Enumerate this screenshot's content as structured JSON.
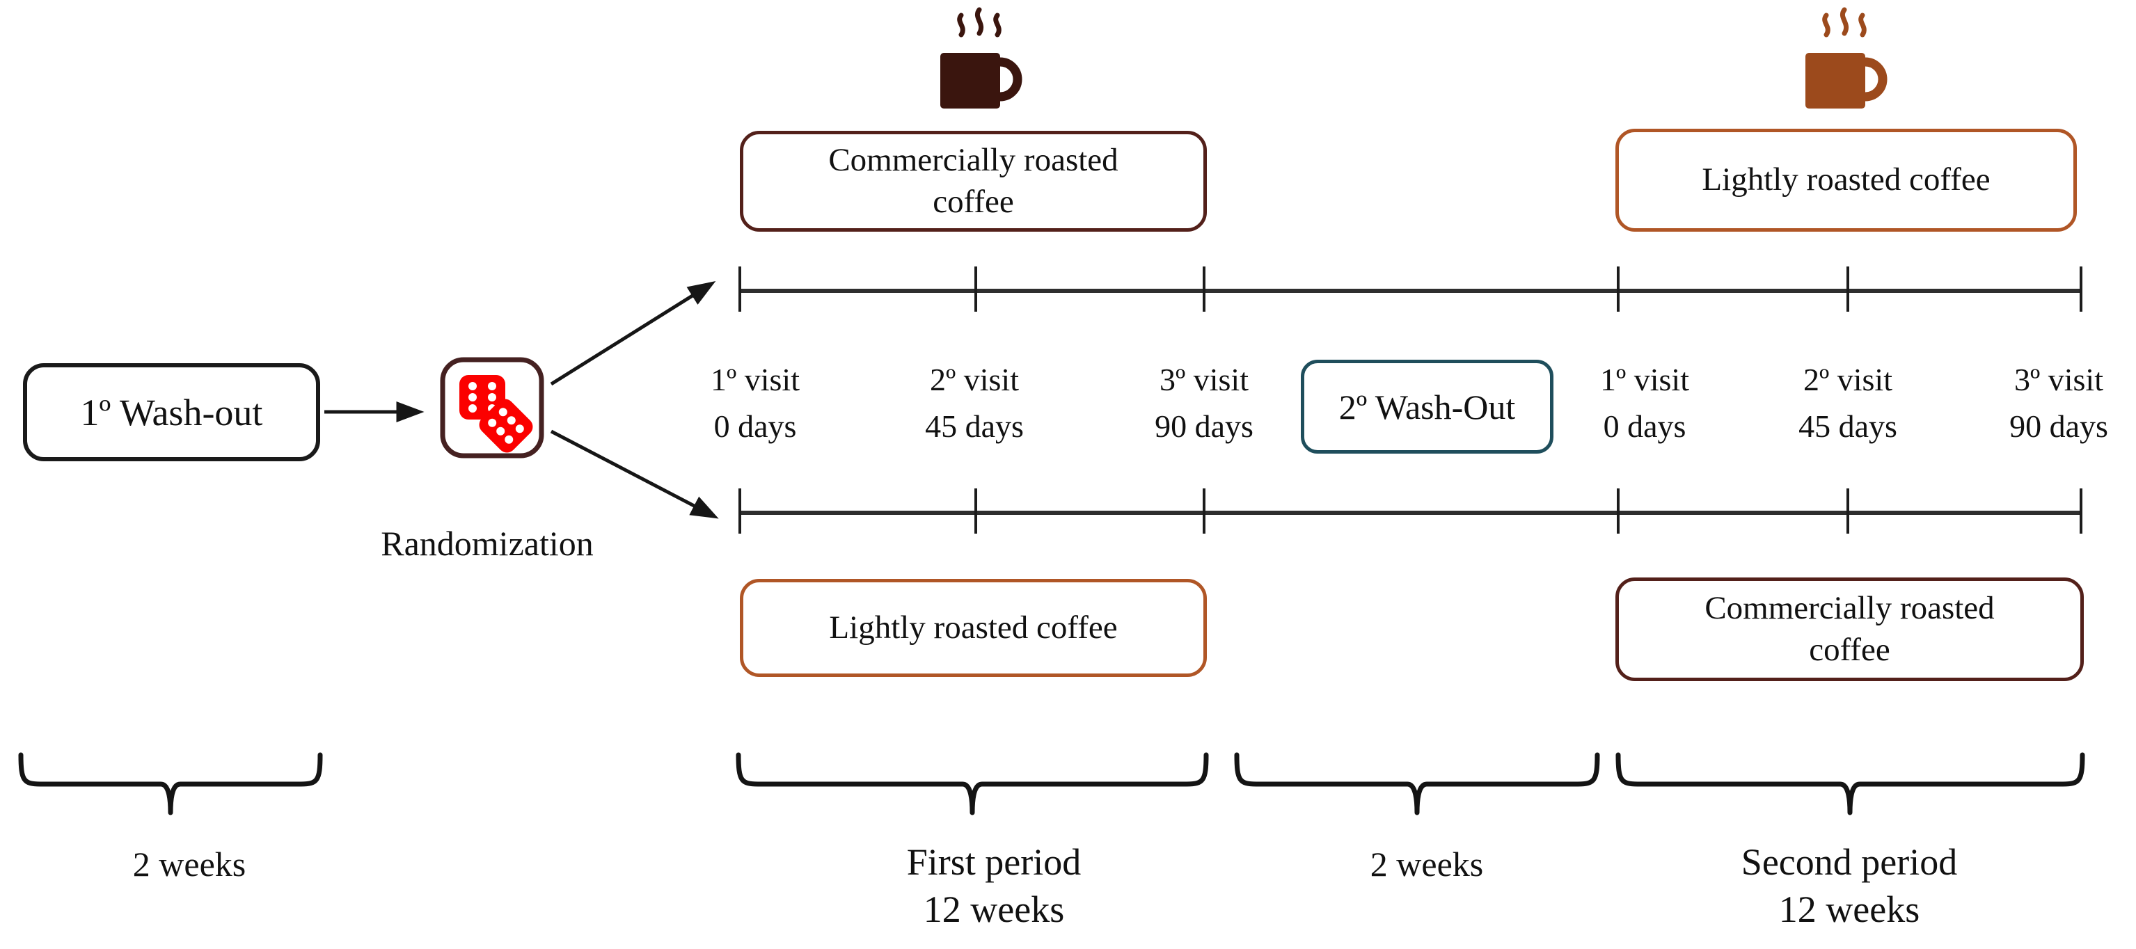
{
  "figure": {
    "pre_phase": {
      "washout_label": "1º Wash-out",
      "randomization_label": "Randomization",
      "duration_label": "2 weeks"
    },
    "mid_phase": {
      "washout_label": "2º Wash-Out",
      "duration_label": "2 weeks"
    },
    "arm_top": {
      "first_box_line1": "Commercially roasted",
      "first_box_line2": "coffee",
      "second_box": "Lightly roasted coffee"
    },
    "arm_bottom": {
      "first_box": "Lightly roasted coffee",
      "second_box_line1": "Commercially roasted",
      "second_box_line2": "coffee"
    },
    "visits": [
      {
        "ordinal": "1º visit",
        "days": "0 days"
      },
      {
        "ordinal": "2º visit",
        "days": "45 days"
      },
      {
        "ordinal": "3º visit",
        "days": "90 days"
      },
      {
        "ordinal": "1º visit",
        "days": "0 days"
      },
      {
        "ordinal": "2º visit",
        "days": "45 days"
      },
      {
        "ordinal": "3º visit",
        "days": "90 days"
      }
    ],
    "periods": {
      "first_line1": "First period",
      "first_line2": "12 weeks",
      "second_line1": "Second period",
      "second_line2": "12 weeks"
    },
    "icons": {
      "dice": "dice-icon",
      "coffee_dark": "coffee-mug-dark-icon",
      "coffee_light": "coffee-mug-light-icon"
    },
    "colors": {
      "dark_roast": "#3a150e",
      "dark_roast_border": "#53201a",
      "light_roast": "#9c4a1c",
      "light_roast_border": "#b05626",
      "washout_border": "#1f4e5c",
      "dice_border": "#452121",
      "die_red": "#fb0100",
      "line": "#1c1c1c",
      "text": "#111111"
    }
  }
}
